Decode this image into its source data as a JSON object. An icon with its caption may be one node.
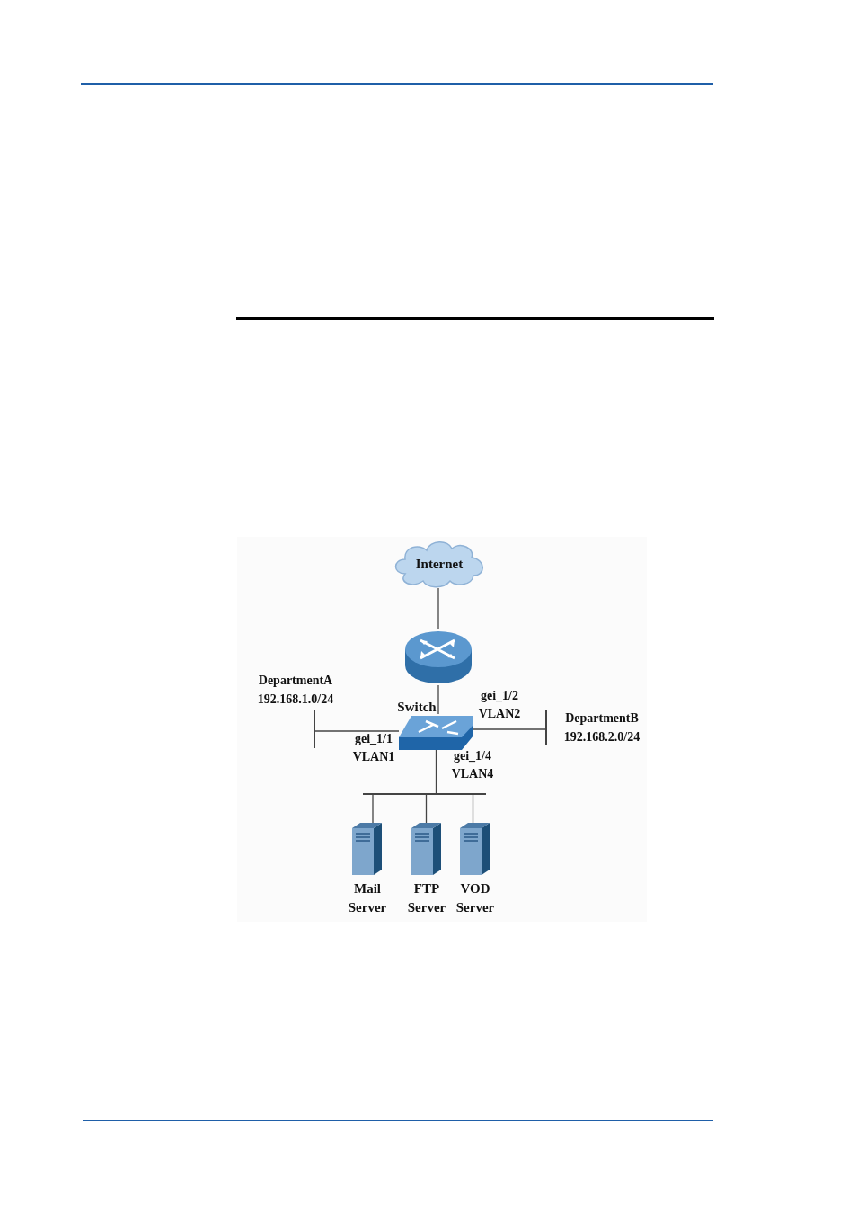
{
  "diagram": {
    "nodes": [
      {
        "text": [
          "Internet"
        ]
      },
      {
        "text": [],
        "shape": "cylinder"
      },
      {
        "text": [
          "Switch"
        ]
      },
      {
        "text": [],
        "shape": "bar",
        "beside": [
          "DepartmentA",
          "192.168.1.0/24"
        ]
      },
      {
        "text": [],
        "shape": "bar",
        "beside": [
          "DepartmentB",
          "192.168.2.0/24"
        ]
      },
      {
        "text": [],
        "shape": "bar"
      },
      {
        "text": [
          "Mail Server"
        ]
      },
      {
        "text": [
          "FTP Server"
        ]
      },
      {
        "text": [
          "VOD Server"
        ]
      }
    ],
    "edges": [
      {
        "from": 0,
        "to": 1,
        "arrow": "none"
      },
      {
        "from": 1,
        "to": 2,
        "arrow": "none"
      },
      {
        "from": 2,
        "to": 3,
        "arrow": "none",
        "label": "gei_1/1 VLAN1"
      },
      {
        "from": 2,
        "to": 4,
        "arrow": "none",
        "label": "gei_1/2 VLAN2"
      },
      {
        "from": 2,
        "to": 5,
        "arrow": "none",
        "label": "gei_1/4 VLAN4"
      },
      {
        "from": 5,
        "to": 6,
        "arrow": "none"
      },
      {
        "from": 5,
        "to": 7,
        "arrow": "none"
      },
      {
        "from": 5,
        "to": 8,
        "arrow": "none"
      }
    ]
  }
}
